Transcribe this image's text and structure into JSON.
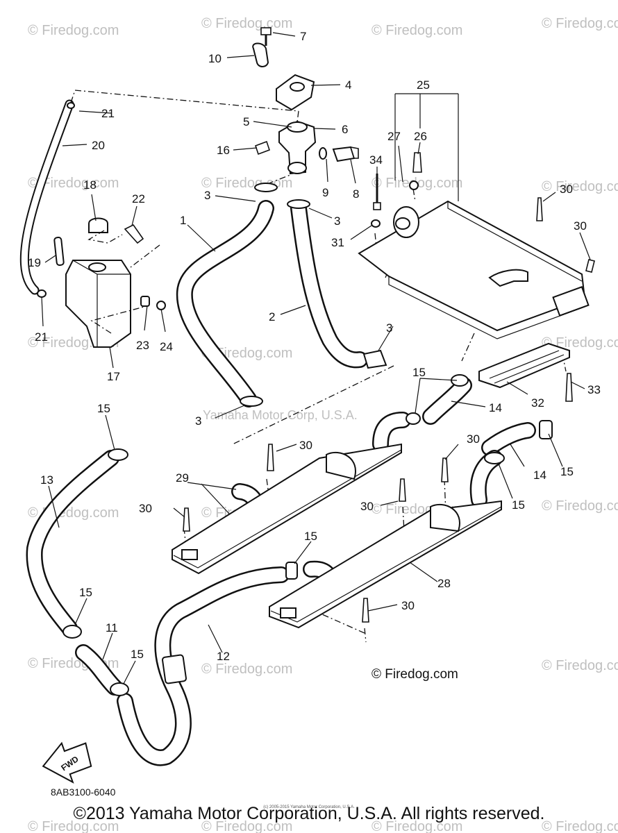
{
  "watermark": "© Firedog.com",
  "center_watermark": "Yamaha Motor Corp, U.S.A.",
  "signature_watermark": "© Firedog.com",
  "fwd_label": "FWD",
  "doc_id": "8AB3100-6040",
  "copyright": "©2013 Yamaha Motor Corporation, U.S.A. All rights reserved.",
  "fine_print": "(c) 2005-2015 Yamaha Motor Corporation, U.S.A.",
  "callouts": {
    "p1": "1",
    "p2": "2",
    "p3a": "3",
    "p3b": "3",
    "p3c": "3",
    "p3d": "3",
    "p4": "4",
    "p5": "5",
    "p6": "6",
    "p7": "7",
    "p8": "8",
    "p9": "9",
    "p10": "10",
    "p11": "11",
    "p12": "12",
    "p13": "13",
    "p14a": "14",
    "p14b": "14",
    "p15a": "15",
    "p15b": "15",
    "p15c": "15",
    "p15d": "15",
    "p15e": "15",
    "p15f": "15",
    "p15g": "15",
    "p16": "16",
    "p17": "17",
    "p18": "18",
    "p19": "19",
    "p20": "20",
    "p21a": "21",
    "p21b": "21",
    "p22": "22",
    "p23": "23",
    "p24": "24",
    "p25": "25",
    "p26": "26",
    "p27": "27",
    "p28": "28",
    "p29": "29",
    "p30a": "30",
    "p30b": "30",
    "p30c": "30",
    "p30d": "30",
    "p30e": "30",
    "p30f": "30",
    "p30g": "30",
    "p31": "31",
    "p32": "32",
    "p33": "33",
    "p34": "34"
  }
}
